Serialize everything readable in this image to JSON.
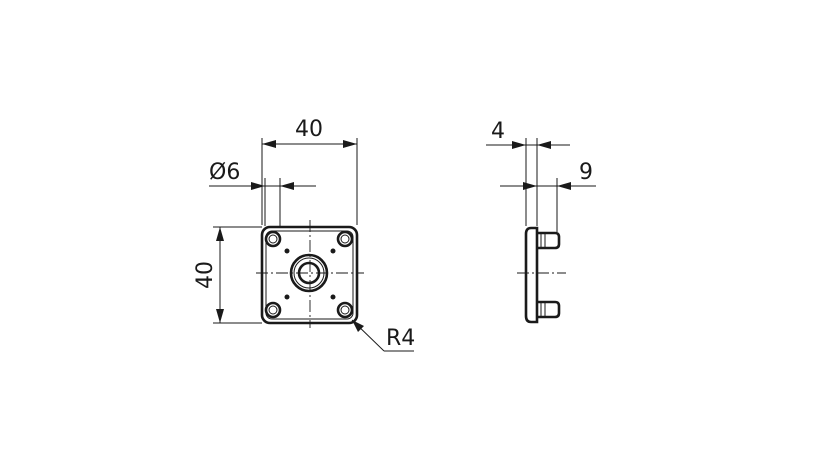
{
  "drawing": {
    "front_view": {
      "width_label": "40",
      "height_label": "40",
      "hole_diameter_label": "Ø6",
      "corner_radius_label": "R4"
    },
    "side_view": {
      "thickness_label": "4",
      "pin_length_label": "9"
    }
  }
}
